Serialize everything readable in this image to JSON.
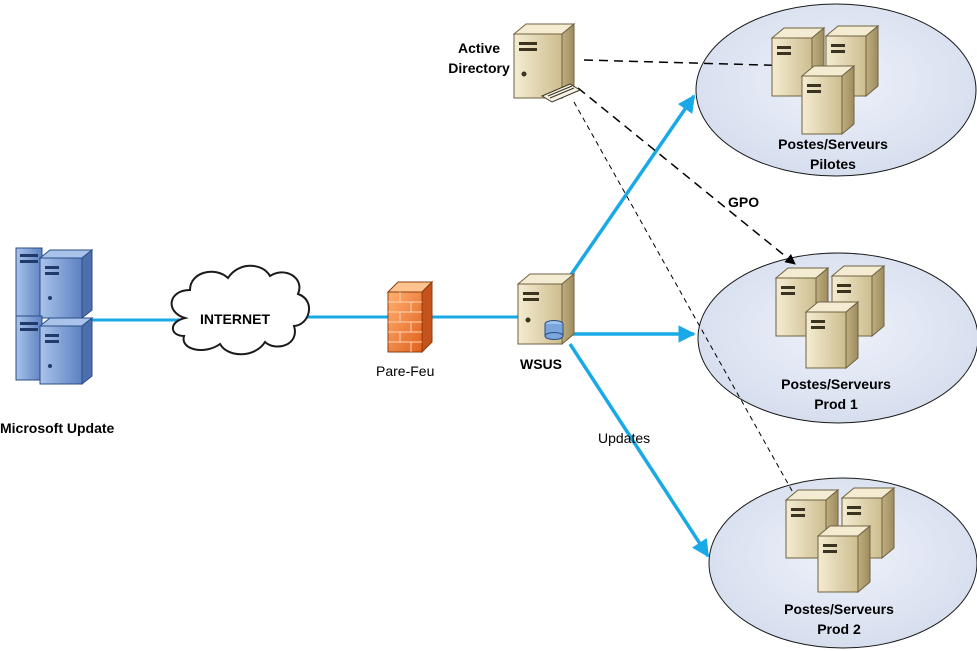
{
  "nodes": {
    "microsoft_update": "Microsoft Update",
    "internet": "INTERNET",
    "firewall": "Pare-Feu",
    "wsus": "WSUS",
    "active_directory_line1": "Active",
    "active_directory_line2": "Directory",
    "group_pilotes_line1": "Postes/Serveurs",
    "group_pilotes_line2": "Pilotes",
    "group_prod1_line1": "Postes/Serveurs",
    "group_prod1_line2": "Prod 1",
    "group_prod2_line1": "Postes/Serveurs",
    "group_prod2_line2": "Prod 2"
  },
  "edges": {
    "gpo_label": "GPO",
    "updates_label": "Updates"
  },
  "colors": {
    "link": "#19a9e6",
    "ellipse_fill": "#dfe6f3",
    "ellipse_stroke": "#1a1a1a",
    "server_beige": "#e8dcb8",
    "server_blue": "#7b9fd4",
    "firewall": "#f08a3c"
  }
}
